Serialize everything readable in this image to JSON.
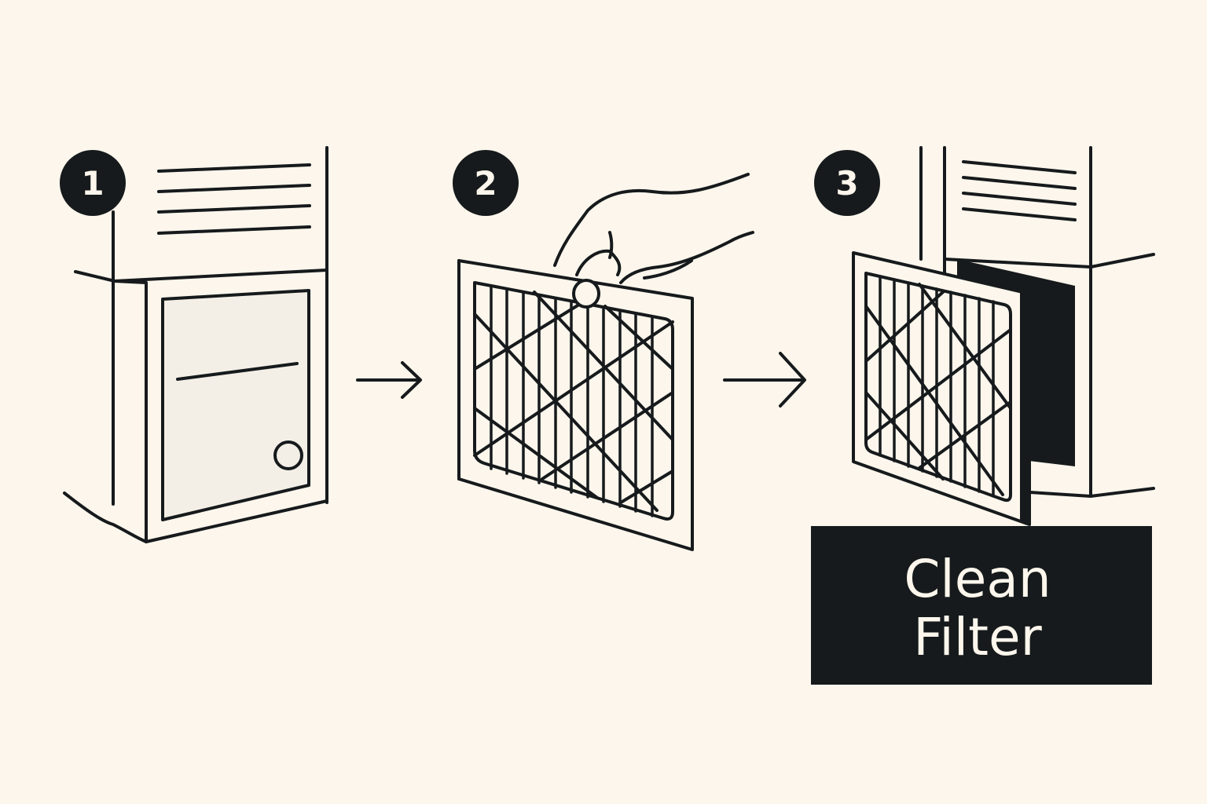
{
  "steps": [
    {
      "number": "1"
    },
    {
      "number": "2"
    },
    {
      "number": "3"
    }
  ],
  "label": {
    "line1": "Clean",
    "line2": "Filter"
  },
  "colors": {
    "background": "#fcf6ec",
    "ink": "#161a1c",
    "panel_fill": "#f4efe6",
    "label_text": "#fcf6ec"
  },
  "icons": [
    "right-arrow-icon",
    "hand-icon",
    "air-filter-icon",
    "air-handler-unit-icon"
  ]
}
